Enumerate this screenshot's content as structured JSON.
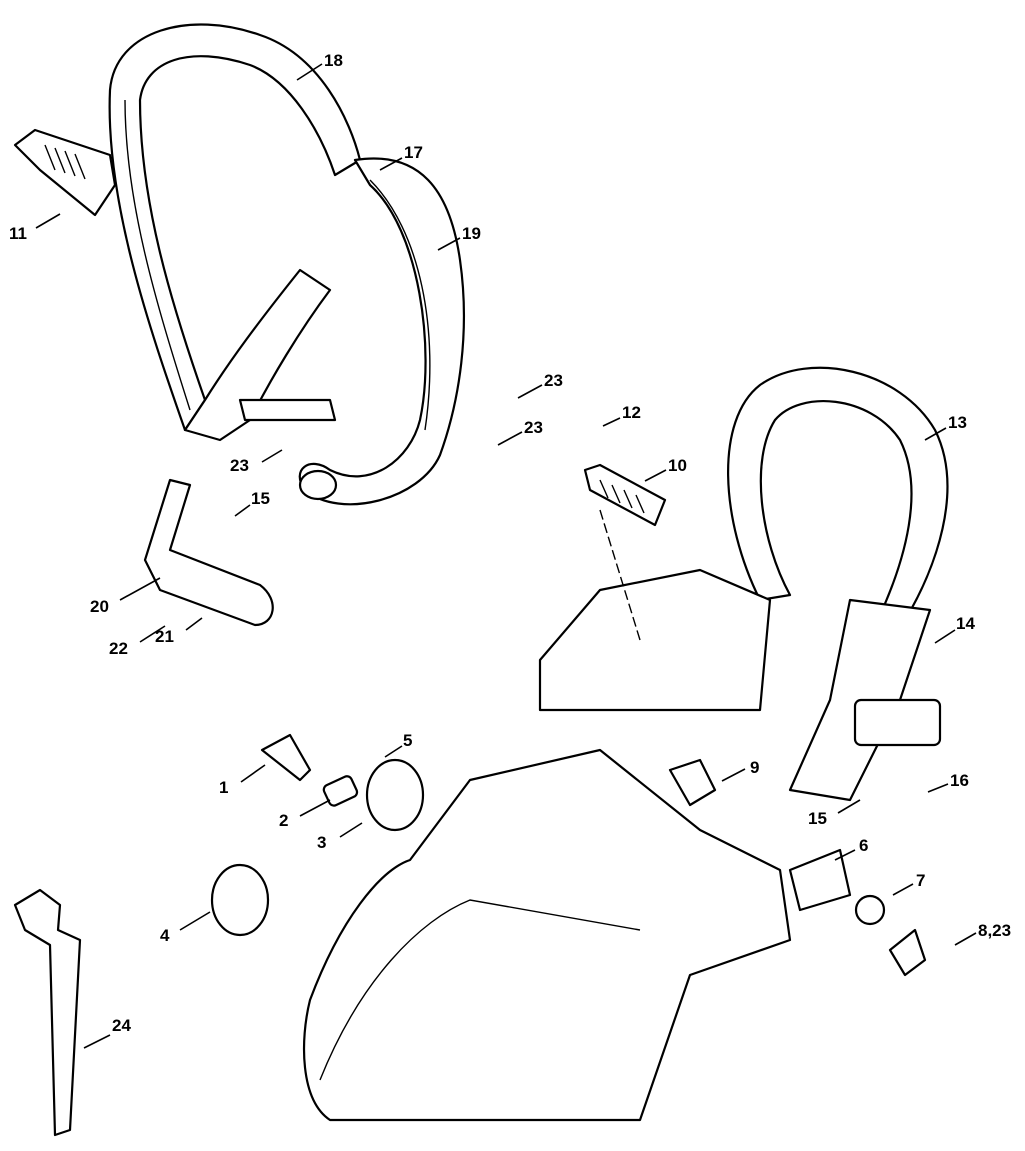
{
  "diagram": {
    "callouts": [
      {
        "id": "c18",
        "label": "18"
      },
      {
        "id": "c17",
        "label": "17"
      },
      {
        "id": "c19",
        "label": "19"
      },
      {
        "id": "c11",
        "label": "11"
      },
      {
        "id": "c23a",
        "label": "23"
      },
      {
        "id": "c23b",
        "label": "23"
      },
      {
        "id": "c23c",
        "label": "23"
      },
      {
        "id": "c12",
        "label": "12"
      },
      {
        "id": "c10",
        "label": "10"
      },
      {
        "id": "c13",
        "label": "13"
      },
      {
        "id": "c15a",
        "label": "15"
      },
      {
        "id": "c20",
        "label": "20"
      },
      {
        "id": "c22",
        "label": "22"
      },
      {
        "id": "c21",
        "label": "21"
      },
      {
        "id": "c14",
        "label": "14"
      },
      {
        "id": "c1",
        "label": "1"
      },
      {
        "id": "c5",
        "label": "5"
      },
      {
        "id": "c9",
        "label": "9"
      },
      {
        "id": "c16",
        "label": "16"
      },
      {
        "id": "c15b",
        "label": "15"
      },
      {
        "id": "c2",
        "label": "2"
      },
      {
        "id": "c3",
        "label": "3"
      },
      {
        "id": "c6",
        "label": "6"
      },
      {
        "id": "c7",
        "label": "7"
      },
      {
        "id": "c4",
        "label": "4"
      },
      {
        "id": "c823",
        "label": "8,23"
      },
      {
        "id": "c24",
        "label": "24"
      }
    ]
  }
}
